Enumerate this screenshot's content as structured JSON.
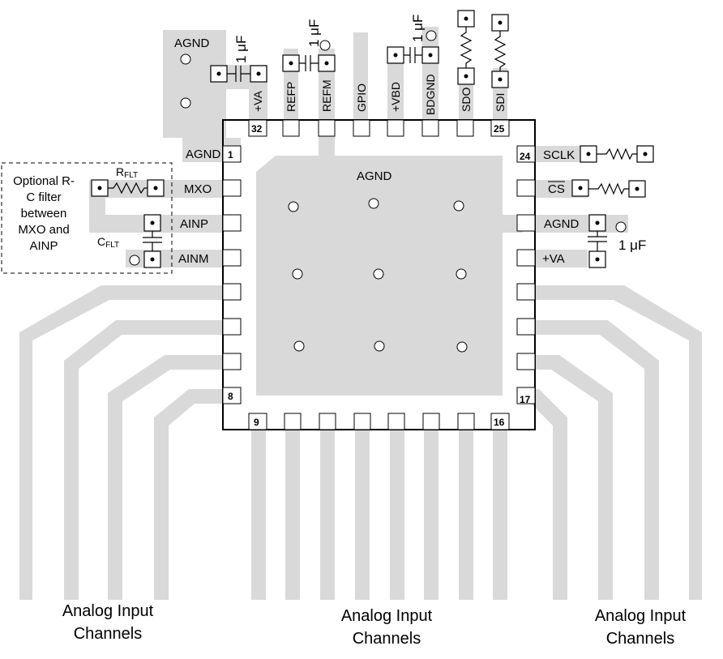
{
  "labels": {
    "center_agnd": "AGND",
    "top_agnd": "AGND",
    "filter_note": [
      "Optional R-",
      "C filter",
      "between",
      "MXO and",
      "AINP"
    ],
    "rflt": "R",
    "rflt_sub": "FLT",
    "cflt": "C",
    "cflt_sub": "FLT",
    "cap_1uf": "1 μF",
    "bottom_left": [
      "Analog Input",
      "Channels"
    ],
    "bottom_mid": [
      "Analog Input",
      "Channels"
    ],
    "bottom_right": [
      "Analog Input",
      "Channels"
    ]
  },
  "pins": {
    "left": [
      "AGND",
      "MXO",
      "AINP",
      "AINM"
    ],
    "right": [
      "SCLK",
      "CS",
      "AGND",
      "+VA"
    ],
    "top": [
      "+VA",
      "REFP",
      "REFM",
      "GPIO",
      "+VBD",
      "BDGND",
      "SDO",
      "SDI"
    ]
  },
  "pin_numbers": {
    "p1": "1",
    "p8": "8",
    "p9": "9",
    "p16": "16",
    "p17": "17",
    "p24": "24",
    "p25": "25",
    "p32": "32"
  }
}
